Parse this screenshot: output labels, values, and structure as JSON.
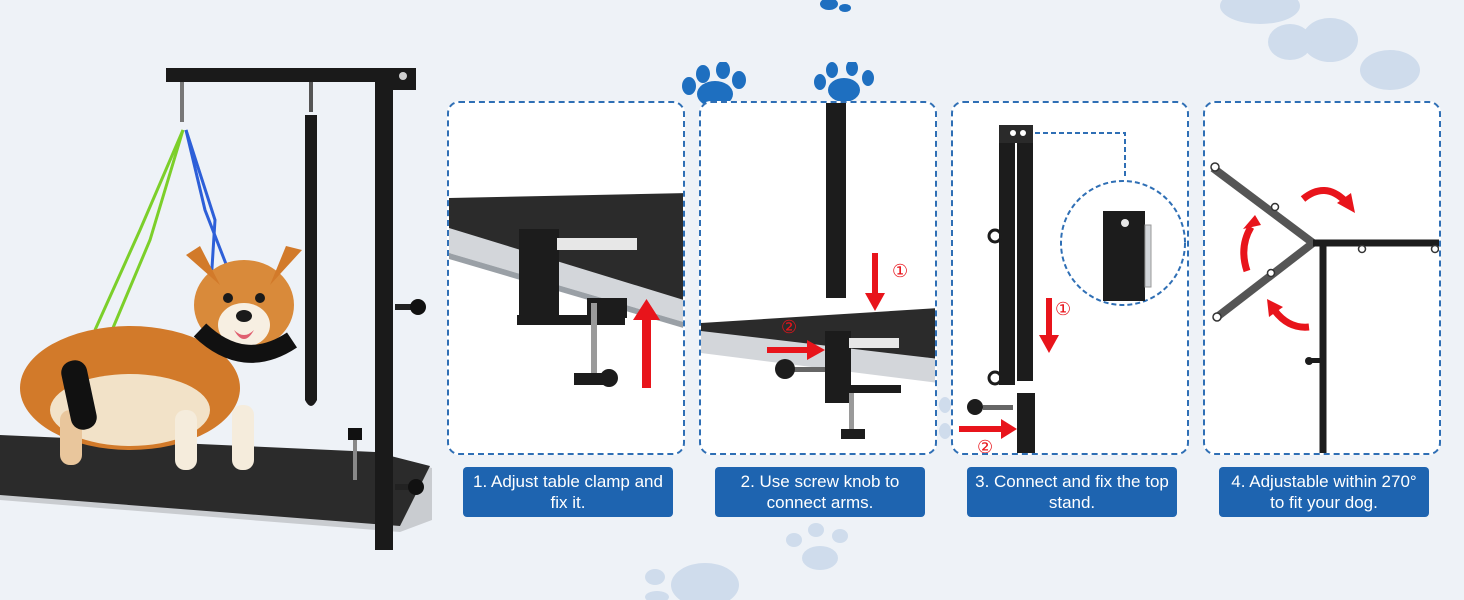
{
  "steps": [
    {
      "caption": "1. Adjust table clamp and fix it."
    },
    {
      "caption": "2. Use screw knob to connect arms.",
      "marker_1": "①",
      "marker_2": "②"
    },
    {
      "caption": "3. Connect and fix the top stand.",
      "marker_1": "①",
      "marker_2": "②"
    },
    {
      "caption": "4. Adjustable within 270° to fit your dog."
    }
  ],
  "colors": {
    "panel_border": "#2f6fb5",
    "caption_bg": "#1e64b0",
    "arrow": "#e8141b",
    "table_top": "#2b2b2b",
    "paw": "#1e6fc0"
  }
}
